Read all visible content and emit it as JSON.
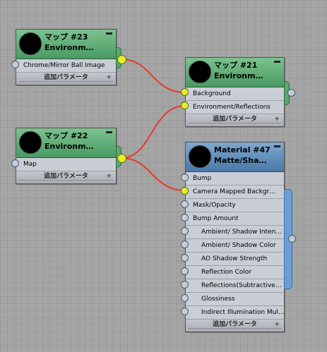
{
  "nodes": {
    "map23": {
      "title_line1": "マップ #23",
      "title_line2": "Environm…",
      "slots": [
        "Chrome/Mirror Ball Image"
      ],
      "footer": "追加パラメータ"
    },
    "map22": {
      "title_line1": "マップ #22",
      "title_line2": "Environm…",
      "slots": [
        "Map"
      ],
      "footer": "追加パラメータ"
    },
    "map21": {
      "title_line1": "マップ #21",
      "title_line2": "Environm…",
      "slots": [
        "Background",
        "Environment/Reflections"
      ],
      "footer": "追加パラメータ"
    },
    "material47": {
      "title_line1": "Material #47",
      "title_line2": "Matte/Sha…",
      "slots": [
        "Bump",
        "Camera Mapped Backgr…",
        "Mask/Opacity",
        "Bump Amount",
        "Ambient/ Shadow Inten…",
        "Ambient/ Shadow Color",
        "AO Shadow Strength",
        "Reflection Color",
        "Reflections(Subtractive…",
        "Glossiness",
        "Indirect Illumination Mul…"
      ],
      "footer": "追加パラメータ"
    }
  },
  "footer_plus": "+",
  "colors": {
    "wire": "#e63a2a",
    "socket_connected": "#e3ef2a",
    "map_header": "#5aa770",
    "material_header": "#4a78a8"
  }
}
